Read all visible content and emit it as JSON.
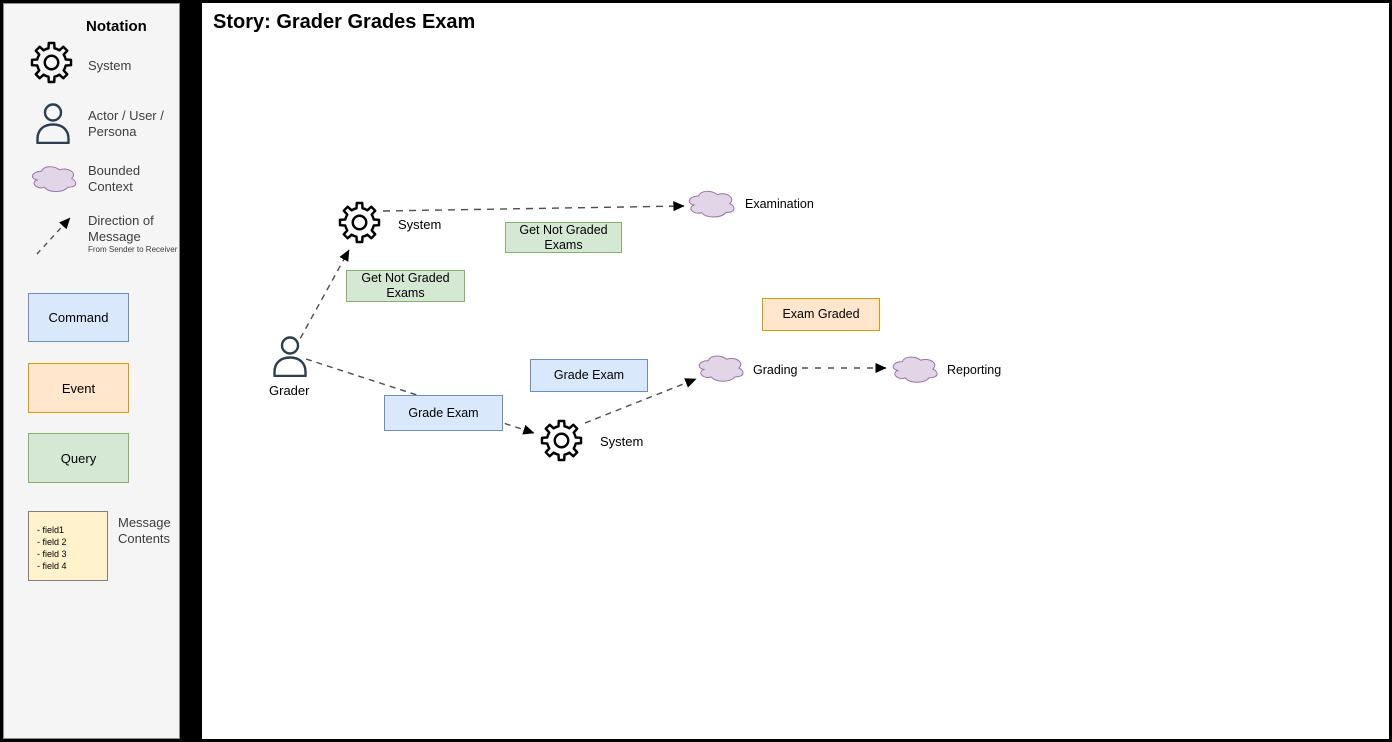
{
  "notation": {
    "title": "Notation",
    "items": [
      {
        "icon": "gear-icon",
        "label": "System"
      },
      {
        "icon": "person-icon",
        "label": "Actor / User / Persona"
      },
      {
        "icon": "cloud-icon",
        "label": "Bounded Context"
      },
      {
        "icon": "dashed-arrow-icon",
        "label": "Direction of Message",
        "sublabel": "From Sender to Receiver"
      }
    ],
    "command": "Command",
    "event": "Event",
    "query": "Query",
    "note": {
      "fields": [
        "- field1",
        "- field 2",
        "- field 3",
        "- field 4"
      ],
      "label": "Message Contents"
    }
  },
  "story": {
    "title": "Story: Grader Grades Exam",
    "actor": "Grader",
    "system_top": "System",
    "system_bottom": "System",
    "clouds": [
      {
        "name": "Examination"
      },
      {
        "name": "Grading"
      },
      {
        "name": "Reporting"
      }
    ],
    "queries": [
      {
        "label": "Get Not Graded Exams"
      },
      {
        "label": "Get Not Graded Exams"
      }
    ],
    "commands": [
      {
        "label": "Grade Exam"
      },
      {
        "label": "Grade Exam"
      }
    ],
    "event": {
      "label": "Exam Graded"
    }
  },
  "colors": {
    "command_fill": "#dae8fc",
    "command_stroke": "#6c8ebf",
    "event_fill": "#ffe6cc",
    "event_stroke": "#d79b00",
    "query_fill": "#d5e8d4",
    "query_stroke": "#82b366",
    "context_fill": "#e1d5e7",
    "context_stroke": "#9673a6",
    "note_fill": "#fff2cc",
    "sidebar_bg": "#f5f5f5",
    "canvas_bg": "#ffffff",
    "frame": "#000000",
    "connector": "#4d4d4d"
  }
}
